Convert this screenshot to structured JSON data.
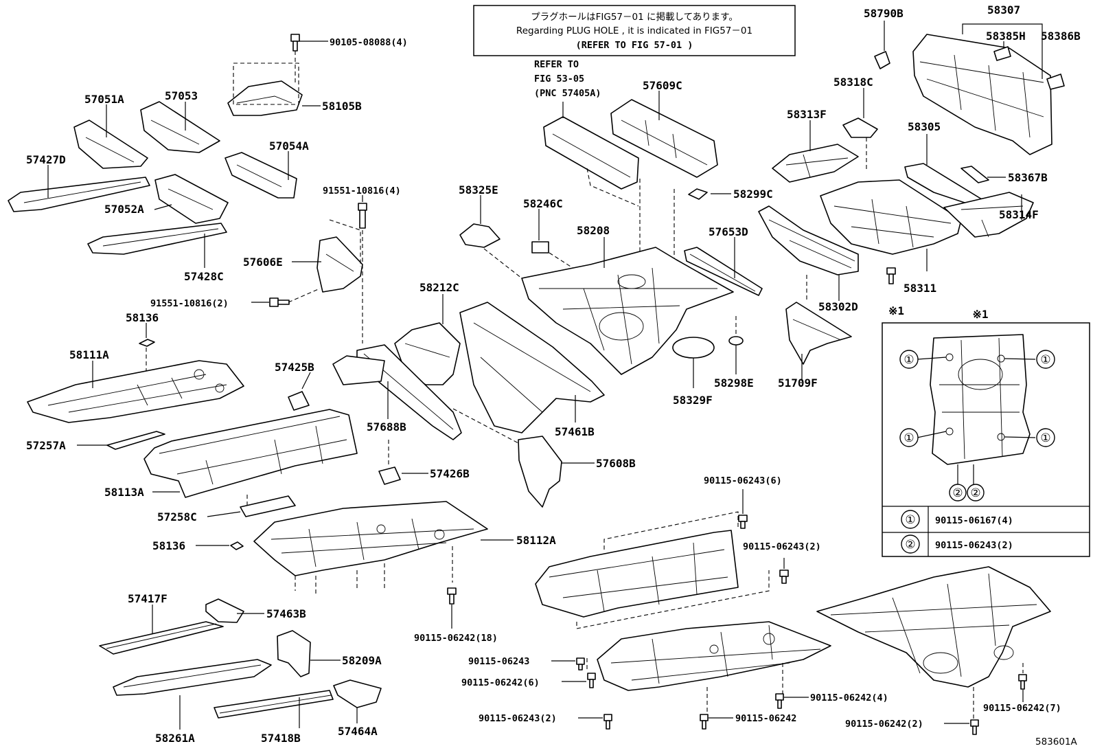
{
  "note": {
    "line1": "プラグホールはFIG57－01 に掲載してあります。",
    "line2": "Regarding  PLUG HOLE , it is indicated in FIG57－01",
    "line3": "(REFER TO FIG 57-01 )"
  },
  "refer": {
    "line1": "REFER TO",
    "line2": "FIG 53-05",
    "line3": "(PNC 57405A)"
  },
  "labels": [
    {
      "id": "90105-08088",
      "text": "90105-08088(4)"
    },
    {
      "id": "58105B",
      "text": "58105B"
    },
    {
      "id": "57051A",
      "text": "57051A"
    },
    {
      "id": "57053",
      "text": "57053"
    },
    {
      "id": "57054A",
      "text": "57054A"
    },
    {
      "id": "57427D",
      "text": "57427D"
    },
    {
      "id": "57052A",
      "text": "57052A"
    },
    {
      "id": "57428C",
      "text": "57428C"
    },
    {
      "id": "91551-10816-4",
      "text": "91551-10816(4)"
    },
    {
      "id": "57606E",
      "text": "57606E"
    },
    {
      "id": "91551-10816-2",
      "text": "91551-10816(2)"
    },
    {
      "id": "58136a",
      "text": "58136"
    },
    {
      "id": "58111A",
      "text": "58111A"
    },
    {
      "id": "57425B",
      "text": "57425B"
    },
    {
      "id": "57257A",
      "text": "57257A"
    },
    {
      "id": "58113A",
      "text": "58113A"
    },
    {
      "id": "57258C",
      "text": "57258C"
    },
    {
      "id": "58136b",
      "text": "58136"
    },
    {
      "id": "57417F",
      "text": "57417F"
    },
    {
      "id": "57463B",
      "text": "57463B"
    },
    {
      "id": "58209A",
      "text": "58209A"
    },
    {
      "id": "58261A",
      "text": "58261A"
    },
    {
      "id": "57418B",
      "text": "57418B"
    },
    {
      "id": "57464A",
      "text": "57464A"
    },
    {
      "id": "58325E",
      "text": "58325E"
    },
    {
      "id": "58246C",
      "text": "58246C"
    },
    {
      "id": "58208",
      "text": "58208"
    },
    {
      "id": "57609C",
      "text": "57609C"
    },
    {
      "id": "58299C",
      "text": "58299C"
    },
    {
      "id": "57653D",
      "text": "57653D"
    },
    {
      "id": "58212C",
      "text": "58212C"
    },
    {
      "id": "57688B",
      "text": "57688B"
    },
    {
      "id": "57461B",
      "text": "57461B"
    },
    {
      "id": "58329F",
      "text": "58329F"
    },
    {
      "id": "58298E",
      "text": "58298E"
    },
    {
      "id": "51709F",
      "text": "51709F"
    },
    {
      "id": "57426B",
      "text": "57426B"
    },
    {
      "id": "57608B",
      "text": "57608B"
    },
    {
      "id": "58112A",
      "text": "58112A"
    },
    {
      "id": "90115-06242-18",
      "text": "90115-06242(18)"
    },
    {
      "id": "90115-06243-6",
      "text": "90115-06243(6)"
    },
    {
      "id": "90115-06243-2a",
      "text": "90115-06243(2)"
    },
    {
      "id": "90115-06243",
      "text": "90115-06243"
    },
    {
      "id": "90115-06242-6",
      "text": "90115-06242(6)"
    },
    {
      "id": "90115-06243-2b",
      "text": "90115-06243(2)"
    },
    {
      "id": "90115-06242",
      "text": "90115-06242"
    },
    {
      "id": "90115-06242-4",
      "text": "90115-06242(4)"
    },
    {
      "id": "90115-06242-2",
      "text": "90115-06242(2)"
    },
    {
      "id": "90115-06242-7",
      "text": "90115-06242(7)"
    },
    {
      "id": "58790B",
      "text": "58790B"
    },
    {
      "id": "58307",
      "text": "58307"
    },
    {
      "id": "58385H",
      "text": "58385H"
    },
    {
      "id": "58386B",
      "text": "58386B"
    },
    {
      "id": "58318C",
      "text": "58318C"
    },
    {
      "id": "58313F",
      "text": "58313F"
    },
    {
      "id": "58305",
      "text": "58305"
    },
    {
      "id": "58367B",
      "text": "58367B"
    },
    {
      "id": "58314F",
      "text": "58314F"
    },
    {
      "id": "58302D",
      "text": "58302D"
    },
    {
      "id": "58311",
      "text": "58311"
    },
    {
      "id": "ref-mark",
      "text": "※1"
    }
  ],
  "inset": {
    "title": "※1",
    "marker1": "①",
    "marker2": "②",
    "table": [
      {
        "marker": "①",
        "part": "90115-06167(4)"
      },
      {
        "marker": "②",
        "part": "90115-06243(2)"
      }
    ]
  },
  "figure_id": "583601A"
}
